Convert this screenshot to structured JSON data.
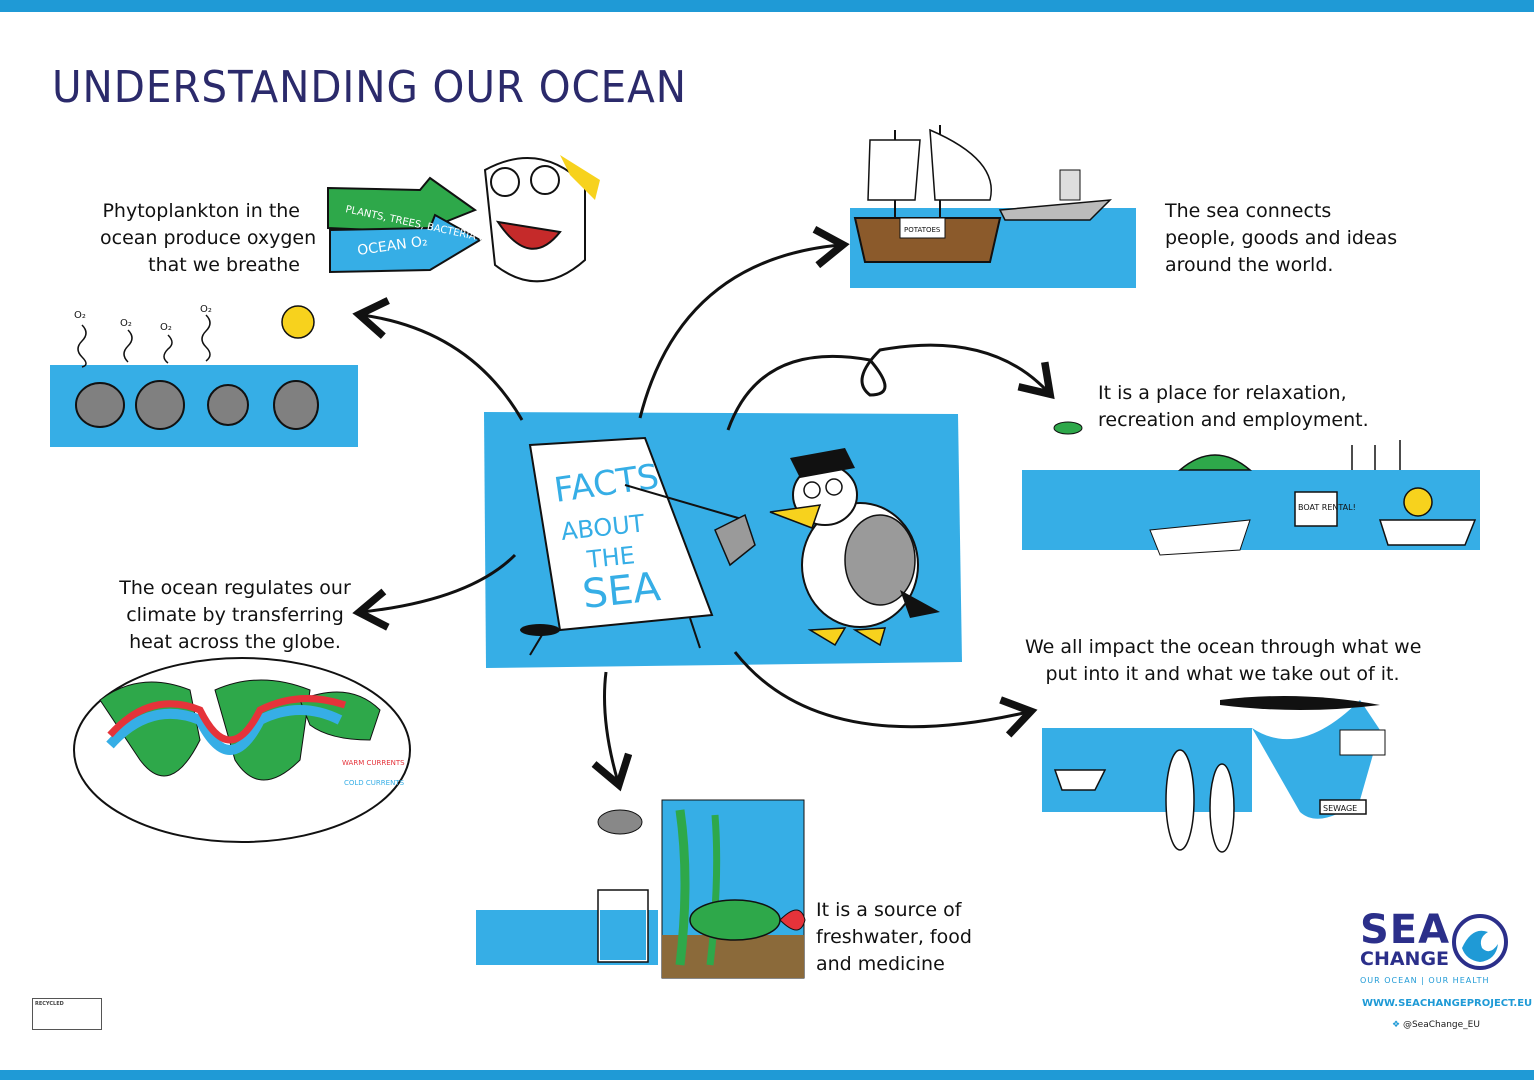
{
  "title": "UNDERSTANDING OUR OCEAN",
  "center": {
    "board_lines": [
      "FACTS",
      "ABOUT",
      "THE",
      "SEA"
    ]
  },
  "captions": {
    "oxygen": [
      "Phytoplankton in the",
      "ocean produce oxygen",
      "that we breathe"
    ],
    "connects": [
      "The sea connects",
      "people, goods and ideas",
      "around the world."
    ],
    "relaxation": [
      "It is a place for relaxation,",
      "recreation and employment."
    ],
    "climate": [
      "The ocean regulates our",
      "climate by transferring",
      "heat across the globe."
    ],
    "impact": [
      "We all impact the ocean through what we",
      "put into it and what we take out of it."
    ],
    "source": [
      "It is a source of",
      "freshwater, food",
      "and medicine"
    ]
  },
  "illustration_labels": {
    "oxygen_arrow_top": "PLANTS, TREES, BACTERIA O₂",
    "oxygen_arrow_bottom": "OCEAN O₂",
    "o2_marks": [
      "O₂",
      "O₂",
      "O₂",
      "O₂"
    ],
    "potatoes": "POTATOES",
    "boat_rental": "BOAT RENTAL!",
    "warm_currents": "WARM CURRENTS",
    "cold_currents": "COLD CURRENTS",
    "sewage": "SEWAGE"
  },
  "logo": {
    "sea": "SEA",
    "change": "CHANGE",
    "tagline": "OUR OCEAN | OUR HEALTH",
    "url": "WWW.SEACHANGEPROJECT.EU",
    "twitter": "@SeaChange_EU"
  },
  "fsc": "RECYCLED"
}
